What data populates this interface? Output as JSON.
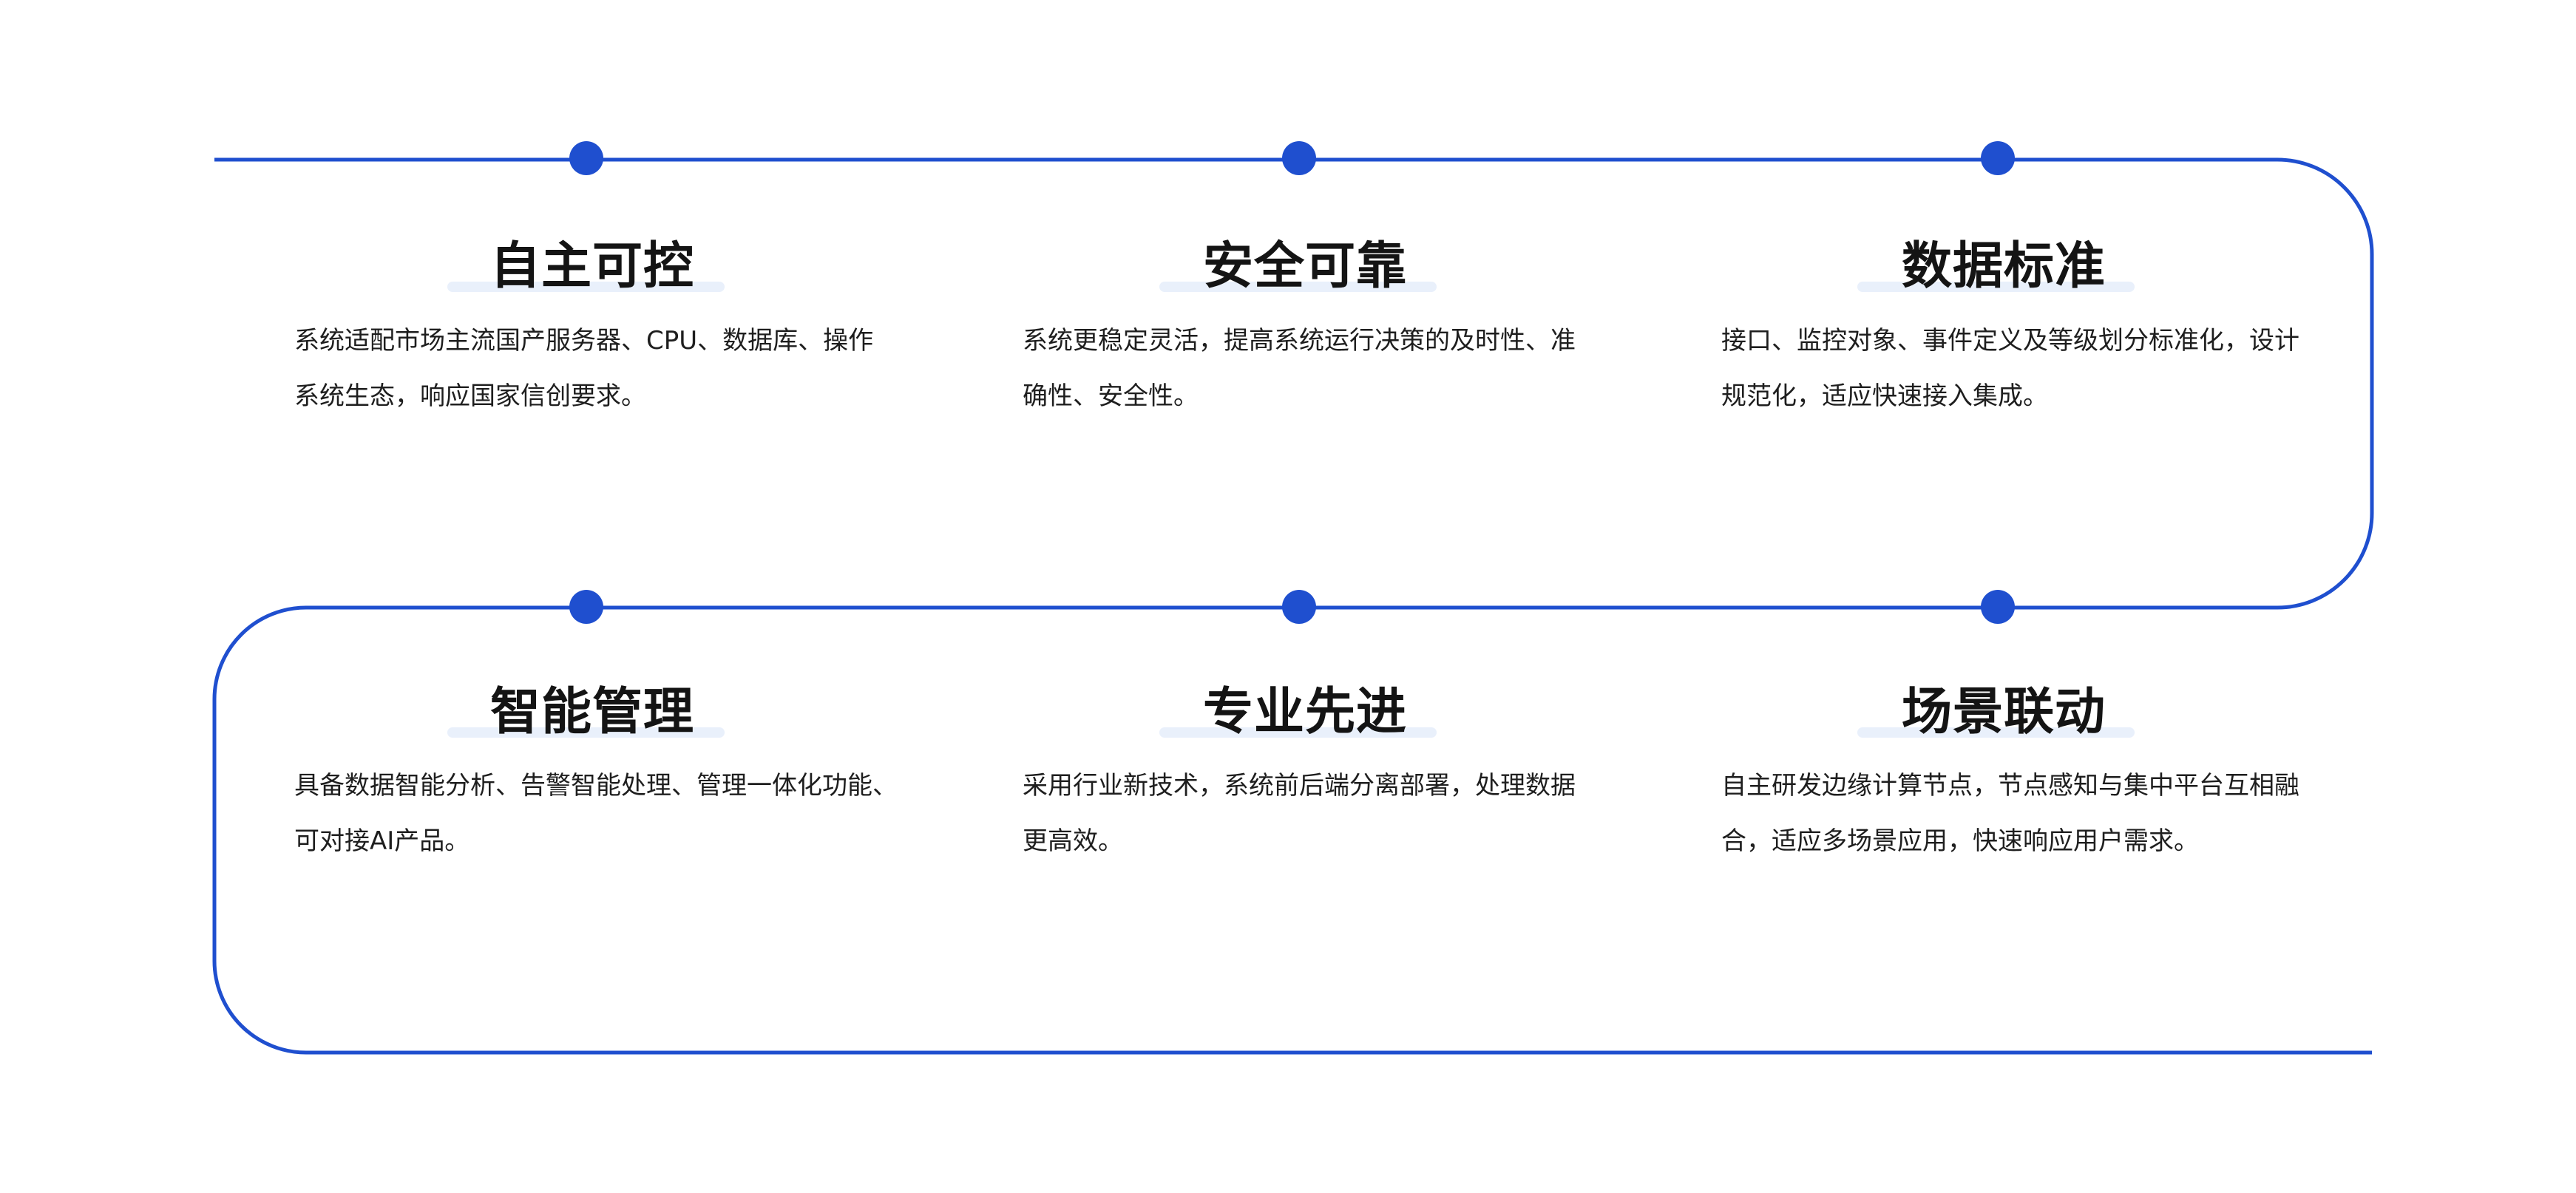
{
  "theme": {
    "line_color": "#1f4fcf",
    "dot_color": "#1f4fcf",
    "title_color": "#141414",
    "text_color": "#1e1e1e",
    "underline_color": "#e9f0fb"
  },
  "features": [
    {
      "title": "自主可控",
      "description": "系统适配市场主流国产服务器、CPU、数据库、操作系统生态，响应国家信创要求。"
    },
    {
      "title": "安全可靠",
      "description": "系统更稳定灵活，提高系统运行决策的及时性、准确性、安全性。"
    },
    {
      "title": "数据标准",
      "description": "接口、监控对象、事件定义及等级划分标准化，设计规范化，适应快速接入集成。"
    },
    {
      "title": "智能管理",
      "description": "具备数据智能分析、告警智能处理、管理一体化功能、可对接AI产品。"
    },
    {
      "title": "专业先进",
      "description": "采用行业新技术，系统前后端分离部署，处理数据更高效。"
    },
    {
      "title": "场景联动",
      "description": "自主研发边缘计算节点，节点感知与集中平台互相融合，适应多场景应用，快速响应用户需求。"
    }
  ]
}
